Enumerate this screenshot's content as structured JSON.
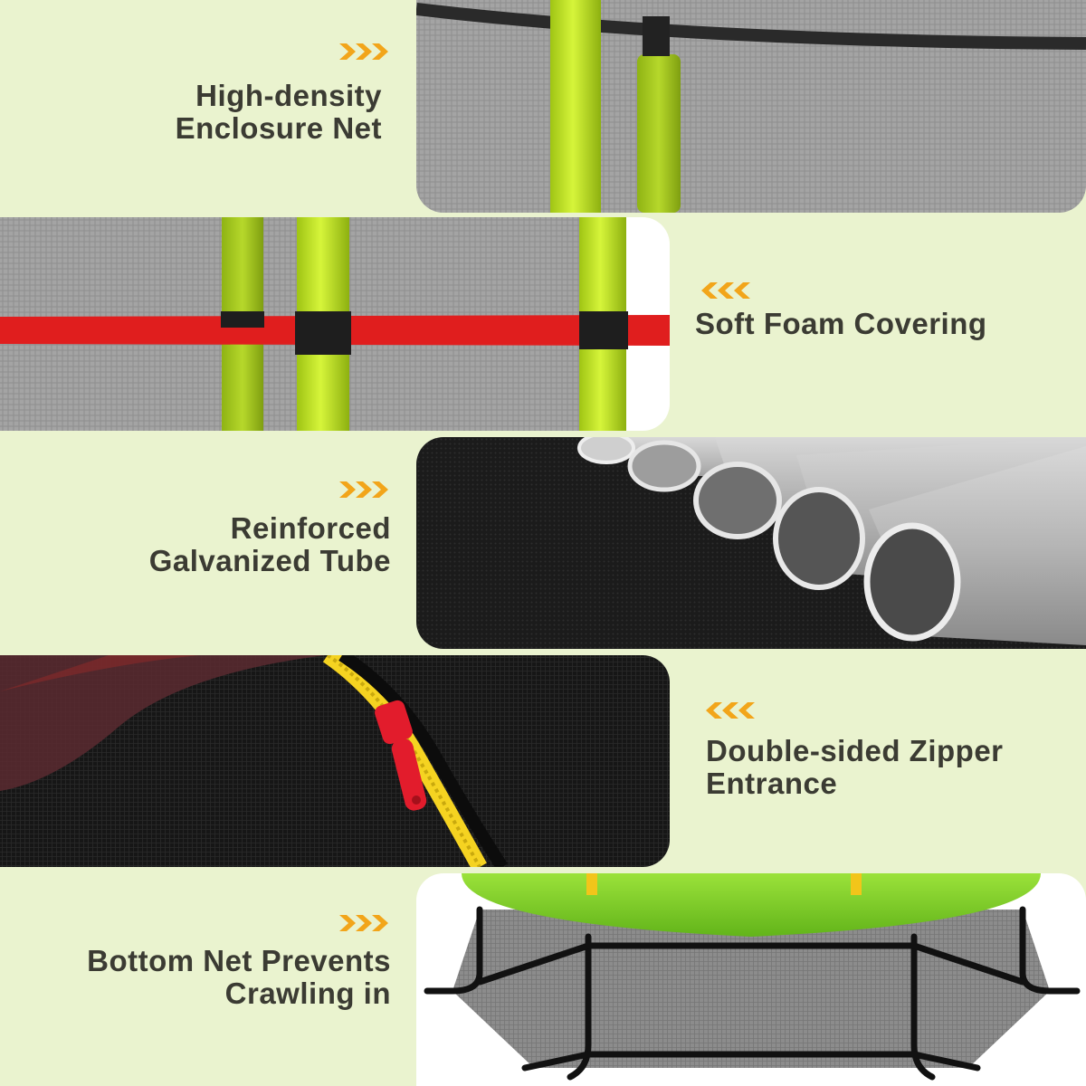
{
  "features": [
    {
      "lines": [
        "High-density",
        "Enclosure Net"
      ],
      "arrow_direction": "right",
      "panel_icon": "enclosure-net-photo"
    },
    {
      "lines": [
        "Soft Foam Covering"
      ],
      "arrow_direction": "left",
      "panel_icon": "foam-covering-photo"
    },
    {
      "lines": [
        "Reinforced",
        "Galvanized Tube"
      ],
      "arrow_direction": "right",
      "panel_icon": "galvanized-tube-photo"
    },
    {
      "lines": [
        "Double-sided Zipper",
        "Entrance"
      ],
      "arrow_direction": "left",
      "panel_icon": "zipper-entrance-photo"
    },
    {
      "lines": [
        "Bottom Net Prevents",
        "Crawling in"
      ],
      "arrow_direction": "right",
      "panel_icon": "bottom-net-photo"
    }
  ],
  "colors": {
    "background": "#eaf3cf",
    "text": "#3b3b33",
    "arrow": "#f2a51a",
    "pole_green": "#b9e31a",
    "net_gray": "#9a9a9a",
    "strap_red": "#e01e1e",
    "zipper_yellow": "#f5d321",
    "trampoline_green": "#7ed321"
  }
}
